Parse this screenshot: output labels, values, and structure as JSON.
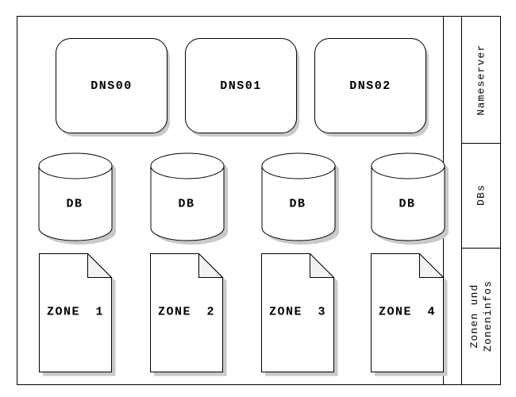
{
  "nameservers": [
    {
      "label": "DNS00"
    },
    {
      "label": "DNS01"
    },
    {
      "label": "DNS02"
    }
  ],
  "databases": [
    {
      "label": "DB"
    },
    {
      "label": "DB"
    },
    {
      "label": "DB"
    },
    {
      "label": "DB"
    }
  ],
  "zones": [
    {
      "label": "ZONE 1"
    },
    {
      "label": "ZONE 2"
    },
    {
      "label": "ZONE 3"
    },
    {
      "label": "ZONE 4"
    }
  ],
  "lanes": [
    {
      "lines": [
        "Nameserver"
      ]
    },
    {
      "lines": [
        "DBs"
      ]
    },
    {
      "lines": [
        "Zonen und",
        "Zoneninfos"
      ]
    }
  ],
  "colors": {
    "stroke": "#000000",
    "fill": "#ffffff",
    "fold_fill": "#f2f2f2",
    "shadow": "#c9c9c9"
  }
}
